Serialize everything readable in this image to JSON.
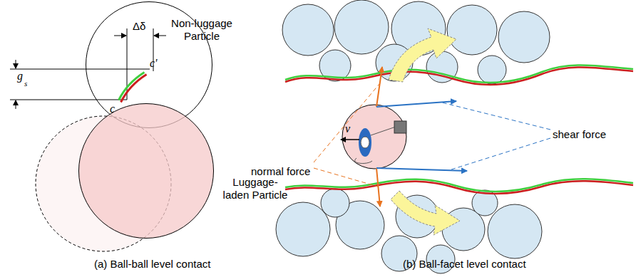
{
  "diagram": {
    "nodes": [
      {
        "text": [
          "Non-luggage Particle"
        ]
      },
      {
        "text": [
          "Luggage-laden Particle"
        ]
      }
    ],
    "labels": [
      "Δδ",
      "g",
      "s",
      "c",
      "c'",
      "normal force",
      "v",
      "shear force",
      "(a) Ball-ball level contact",
      "(b) Ball-facet level contact"
    ]
  }
}
